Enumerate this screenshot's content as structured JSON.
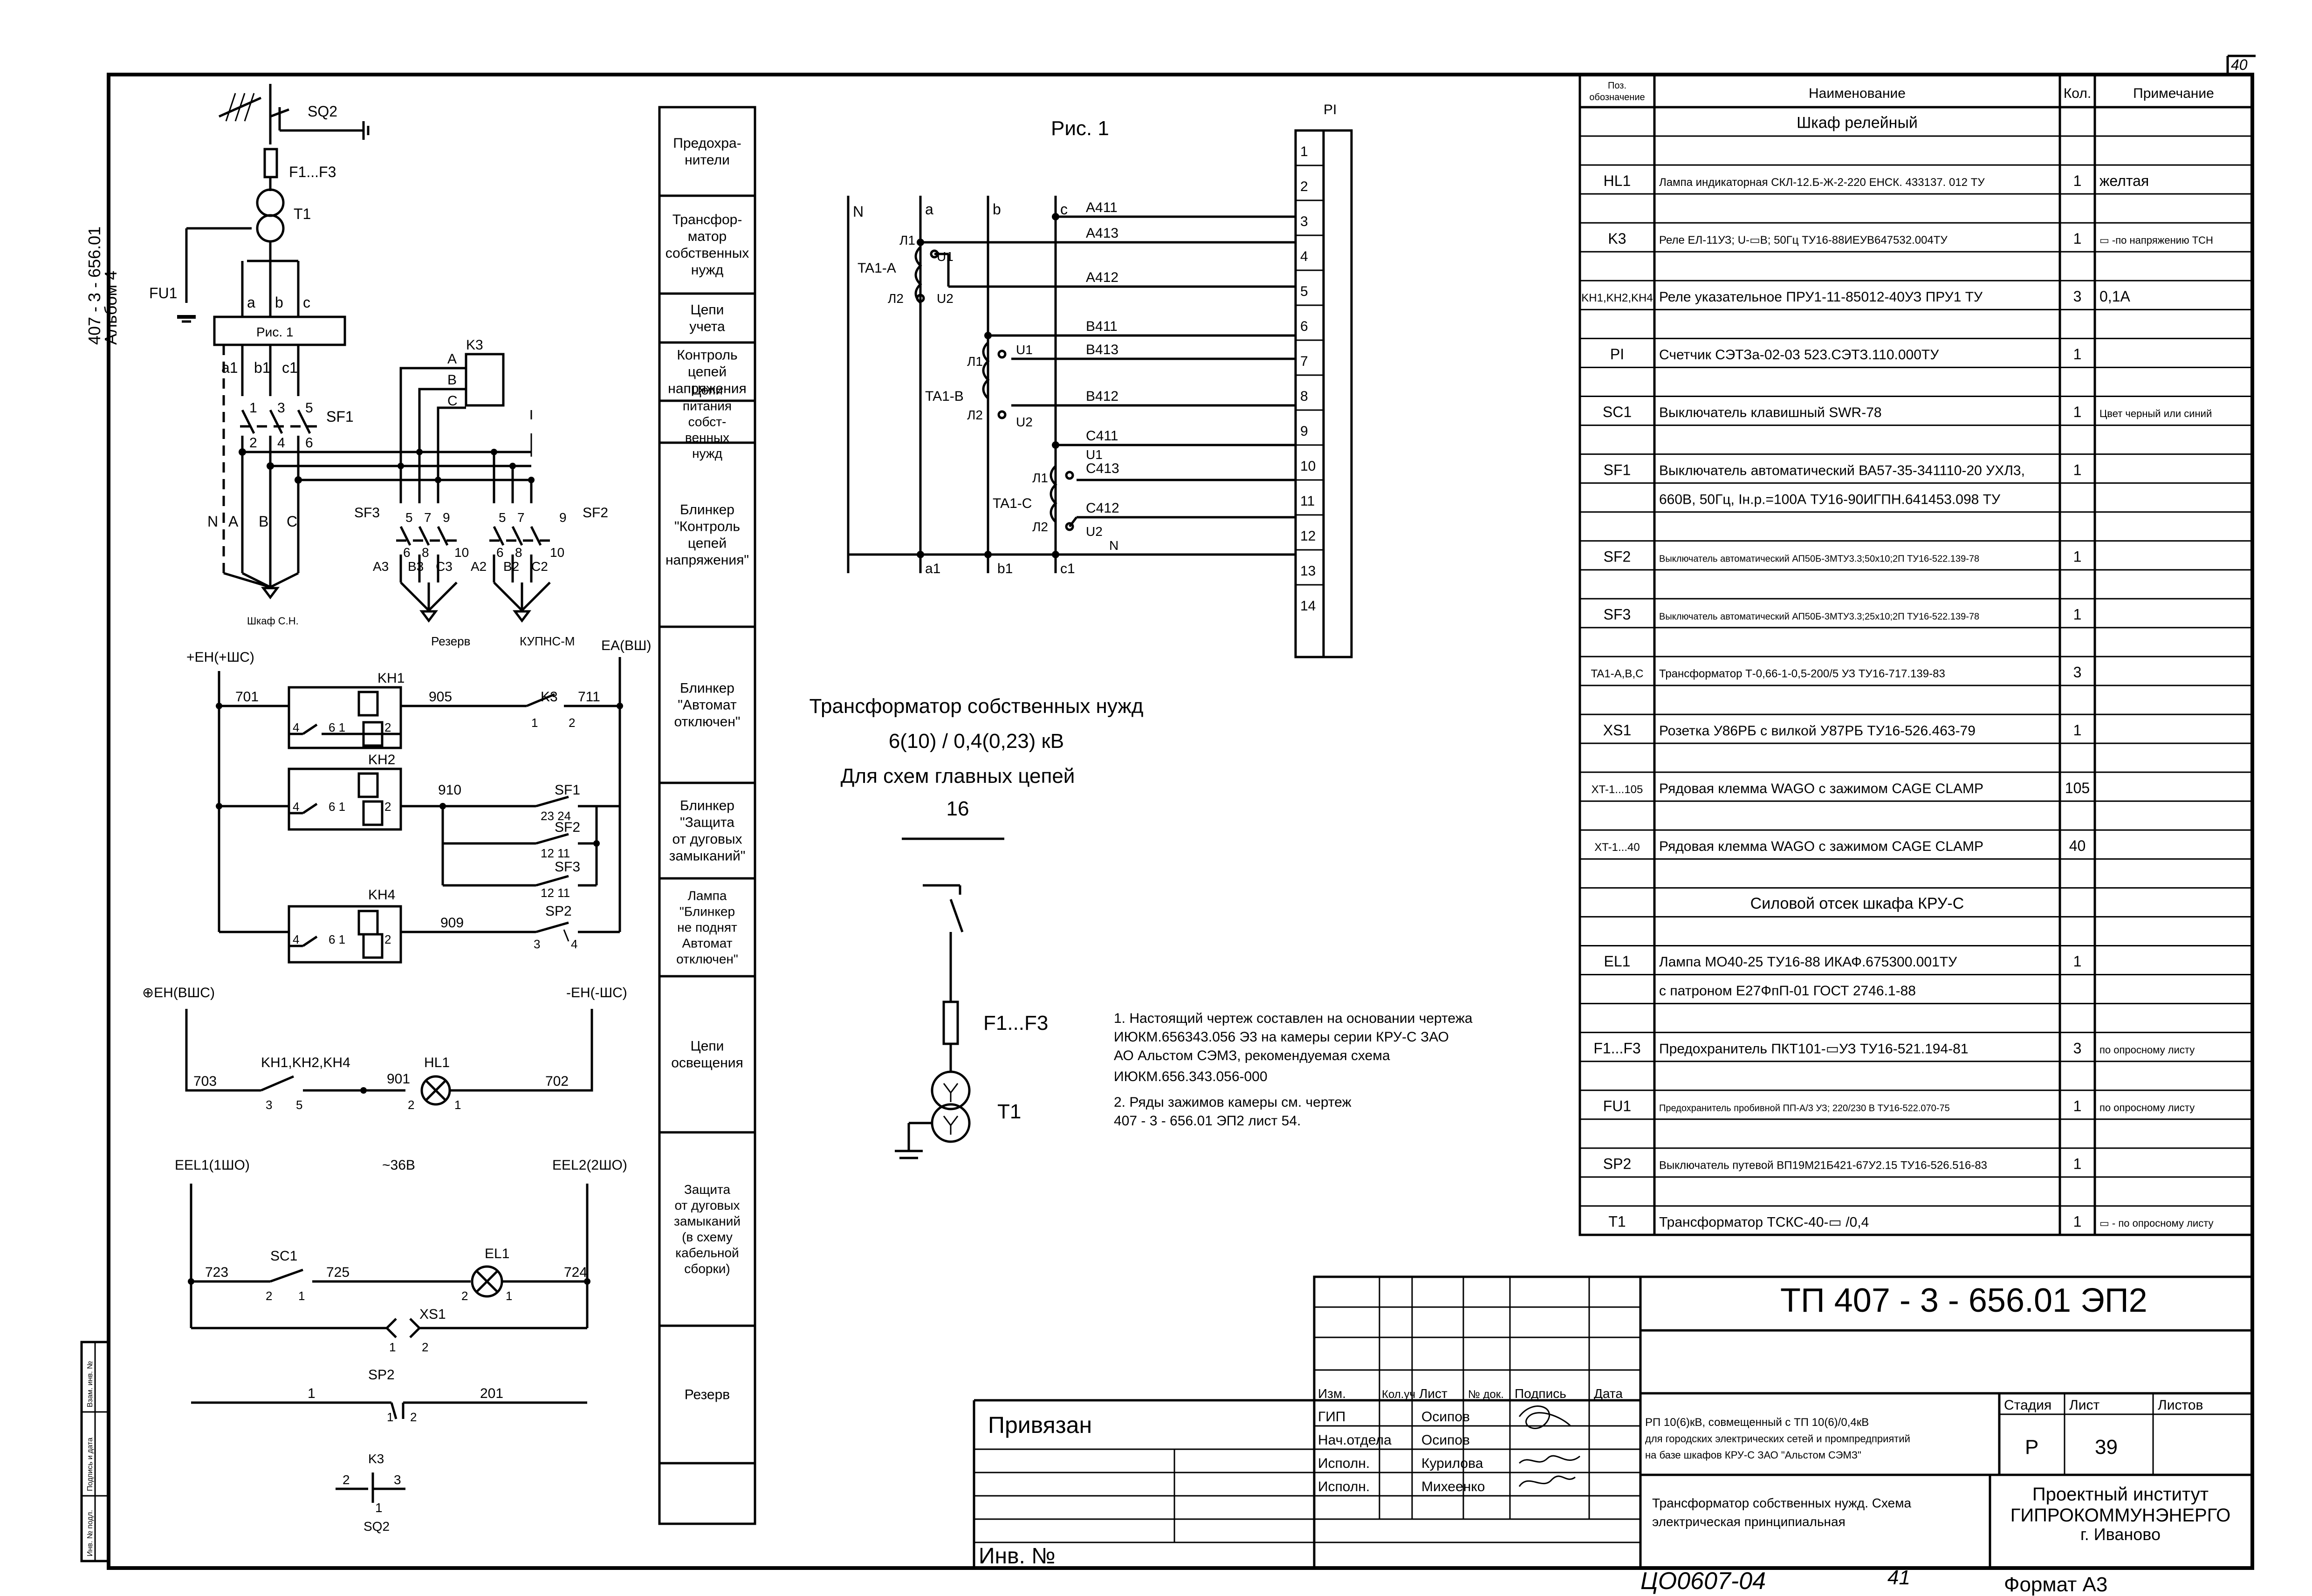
{
  "sheet_corner": "40",
  "side_code": [
    "407 - 3 - 656.01",
    "Альбом 4"
  ],
  "schematic": {
    "top_labels": {
      "sq2": "SQ2",
      "fuse": "F1...F3",
      "t1": "T1",
      "fu1": "FU1",
      "a": "a",
      "b": "b",
      "c": "c",
      "box": "Рис. 1",
      "a1": "a1",
      "b1": "b1",
      "c1": "c1",
      "n1": "1",
      "n3": "3",
      "n5": "5",
      "sf1": "SF1",
      "n2": "2",
      "n4": "4",
      "n6": "6",
      "N": "N",
      "A": "A",
      "B": "B",
      "C": "C",
      "shkaf": "Шкаф С.Н.",
      "k3": "K3",
      "kA": "A",
      "kB": "B",
      "kC": "C",
      "sf3": "SF3",
      "sf2": "SF2",
      "s5": "5",
      "s7": "7",
      "s9": "9",
      "s6": "6",
      "s8": "8",
      "s10": "10",
      "s5b": "5",
      "s7b": "7",
      "s9b": "9",
      "s6b": "6",
      "s8b": "8",
      "s10b": "10",
      "A3": "A3",
      "B3": "B3",
      "C3": "C3",
      "A2": "A2",
      "B2": "B2",
      "C2": "C2",
      "rezerv": "Резерв",
      "kupns": "КУПНС-М"
    },
    "ctrl": {
      "plus": "+ЕН(+ШС)",
      "ea": "ЕА(ВШ)",
      "w701": "701",
      "kh1": "KH1",
      "w905": "905",
      "k3": "K3",
      "w711": "711",
      "c4a": "4",
      "c61a": "6 1",
      "c2a": "2",
      "k1": "1",
      "k2": "2",
      "kh2": "KH2",
      "w910": "910",
      "sf1": "SF1",
      "c2324": "23 24",
      "sf2": "SF2",
      "c1211a": "12 11",
      "sf3": "SF3",
      "c1211b": "12 11",
      "c4b": "4",
      "c61b": "6 1",
      "c2b": "2",
      "kh4": "KH4",
      "w909": "909",
      "sp2": "SP2",
      "c3": "3",
      "c4c": "4",
      "c4d": "4",
      "c61c": "6 1",
      "c2c": "2"
    },
    "lamp": {
      "plus": "⊕ЕН(ВШС)",
      "minus": "-ЕН(-ШС)",
      "w703": "703",
      "kh": "KH1,KH2,KH4",
      "w901": "901",
      "hl1": "HL1",
      "w702": "702",
      "c3": "3",
      "c5": "5",
      "c2": "2",
      "c1": "1"
    },
    "light": {
      "eel1": "EEL1(1ШО)",
      "v36": "~36B",
      "eel2": "EEL2(2ШО)",
      "sc1": "SC1",
      "el1": "EL1",
      "w723": "723",
      "w725": "725",
      "w724": "724",
      "c2a": "2",
      "c1a": "1",
      "c2b": "2",
      "c1b": "1",
      "xs1": "XS1",
      "x1": "1",
      "x2": "2",
      "sp2": "SP2",
      "w1": "1",
      "w201": "201",
      "c1": "1",
      "c2": "2",
      "k3": "K3",
      "k2": "2",
      "k3n": "3",
      "k1": "1",
      "sq2": "SQ2"
    }
  },
  "func_column": [
    "Предохра-\nнители",
    "Трансфор-\nматор\nсобственных\nнужд",
    "Цепи\nучета",
    "Контроль\nцепей\nнапряжения",
    "Цепи\nпитания\nсобст-\nвенных\nнужд",
    "Блинкер\n\"Контроль\nцепей\nнапряжения\"",
    "Блинкер\n\"Автомат\nотключен\"",
    "Блинкер\n\"Защита\nот дуговых\nзамыканий\"",
    "Лампа\n\"Блинкер\nне поднят\nАвтомат\nотключен\"",
    "Цепи\nосвещения",
    "Защита\nот дуговых\nзамыканий\n(в схему\nкабельной\nсборки)",
    "Резерв"
  ],
  "fig1": {
    "title": "Рис. 1",
    "pi": "PI",
    "terminals": [
      "1",
      "2",
      "3",
      "4",
      "5",
      "6",
      "7",
      "8",
      "9",
      "10",
      "11",
      "12",
      "13",
      "14"
    ],
    "bus": {
      "N": "N",
      "a": "a",
      "b": "b",
      "c": "c",
      "a1": "a1",
      "b1": "b1",
      "c1": "c1"
    },
    "wires": {
      "A411": "A411",
      "A413": "A413",
      "A412": "A412",
      "B411": "B411",
      "B413": "B413",
      "B412": "B412",
      "C411": "C411",
      "C413": "C413",
      "C412": "C412",
      "U1c": "U1",
      "Nc": "N"
    },
    "ct": {
      "ta1a": "TA1-A",
      "ta1b": "TA1-B",
      "ta1c": "TA1-C",
      "l1a": "Л1",
      "l2a": "Л2",
      "u1a": "U1",
      "u2a": "U2",
      "l1b": "Л1",
      "l2b": "Л2",
      "u1b": "U1",
      "u2b": "U2",
      "l1c": "Л1",
      "l2c": "Л2",
      "u2c": "U2"
    }
  },
  "center": {
    "title1": "Трансформатор собственных нужд",
    "title2": "6(10) / 0,4(0,23) кВ",
    "title3": "Для схем главных цепей",
    "title4": "16",
    "fuse": "F1...F3",
    "t1": "T1"
  },
  "notes": [
    "1. Настоящий чертеж составлен на основании чертежа",
    "    ИЮКМ.656343.056 Э3 на камеры серии КРУ-С ЗАО",
    "    АО Альстом СЭМЗ, рекомендуемая схема",
    "    ИЮКМ.656.343.056-000",
    "2. Ряды зажимов камеры см. чертеж",
    "    407 - 3 - 656.01 ЭП2 лист 54."
  ],
  "spec": {
    "header": [
      "Поз. обозначение",
      "Наименование",
      "Кол.",
      "Примечание"
    ],
    "rows": [
      {
        "pos": "",
        "name": "Шкаф релейный",
        "qty": "",
        "note": "",
        "center": true
      },
      {
        "pos": "",
        "name": "",
        "qty": "",
        "note": ""
      },
      {
        "pos": "HL1",
        "name": "Лампа индикаторная СКЛ-12.Б-Ж-2-220 ЕНСК. 433137. 012 ТУ",
        "qty": "1",
        "note": "желтая"
      },
      {
        "pos": "",
        "name": "",
        "qty": "",
        "note": ""
      },
      {
        "pos": "K3",
        "name": "Реле  ЕЛ-11УЗ;  U-▭В;  50Гц ТУ16-88ИЕУВ647532.004ТУ",
        "qty": "1",
        "note": "▭ -по напряжению ТСН"
      },
      {
        "pos": "",
        "name": "",
        "qty": "",
        "note": ""
      },
      {
        "pos": "KH1,KH2,KH4",
        "name": "Реле указательное ПРУ1-11-85012-40УЗ ПРУ1 ТУ",
        "qty": "3",
        "note": "0,1А"
      },
      {
        "pos": "",
        "name": "",
        "qty": "",
        "note": ""
      },
      {
        "pos": "PI",
        "name": "Счетчик СЭТЗа-02-03 523.СЭТЗ.110.000ТУ",
        "qty": "1",
        "note": ""
      },
      {
        "pos": "",
        "name": "",
        "qty": "",
        "note": ""
      },
      {
        "pos": "SC1",
        "name": "Выключатель клавишный SWR-78",
        "qty": "1",
        "note": "Цвет черный или синий"
      },
      {
        "pos": "",
        "name": "",
        "qty": "",
        "note": ""
      },
      {
        "pos": "SF1",
        "name": "Выключатель автоматический ВА57-35-341110-20 УХЛ3,",
        "qty": "1",
        "note": ""
      },
      {
        "pos": "",
        "name": "660В, 50Гц, Iн.р.=100А ТУ16-90ИГПН.641453.098 ТУ",
        "qty": "",
        "note": ""
      },
      {
        "pos": "",
        "name": "",
        "qty": "",
        "note": ""
      },
      {
        "pos": "SF2",
        "name": "Выключатель автоматический АП50Б-3МТУ3.3;50х10;2П ТУ16-522.139-78",
        "qty": "1",
        "note": ""
      },
      {
        "pos": "",
        "name": "",
        "qty": "",
        "note": ""
      },
      {
        "pos": "SF3",
        "name": "Выключатель автоматический АП50Б-3МТУ3.3;25х10;2П ТУ16-522.139-78",
        "qty": "1",
        "note": ""
      },
      {
        "pos": "",
        "name": "",
        "qty": "",
        "note": ""
      },
      {
        "pos": "TA1-A,B,C",
        "name": "Трансформатор Т-0,66-1-0,5-200/5 УЗ ТУ16-717.139-83",
        "qty": "3",
        "note": ""
      },
      {
        "pos": "",
        "name": "",
        "qty": "",
        "note": ""
      },
      {
        "pos": "XS1",
        "name": "Розетка У86РБ с вилкой У87РБ ТУ16-526.463-79",
        "qty": "1",
        "note": ""
      },
      {
        "pos": "",
        "name": "",
        "qty": "",
        "note": ""
      },
      {
        "pos": "XT-1...105",
        "name": "Рядовая клемма WAGO с зажимом CAGE CLAMP",
        "qty": "105",
        "note": ""
      },
      {
        "pos": "",
        "name": "",
        "qty": "",
        "note": ""
      },
      {
        "pos": "XT-1...40",
        "name": "Рядовая клемма WAGO с зажимом CAGE CLAMP",
        "qty": "40",
        "note": ""
      },
      {
        "pos": "",
        "name": "",
        "qty": "",
        "note": ""
      },
      {
        "pos": "",
        "name": "Силовой отсек шкафа КРУ-С",
        "qty": "",
        "note": "",
        "center": true
      },
      {
        "pos": "",
        "name": "",
        "qty": "",
        "note": ""
      },
      {
        "pos": "EL1",
        "name": "Лампа МО40-25 ТУ16-88 ИКАФ.675300.001ТУ",
        "qty": "1",
        "note": ""
      },
      {
        "pos": "",
        "name": "с патроном Е27ФпП-01 ГОСТ 2746.1-88",
        "qty": "",
        "note": ""
      },
      {
        "pos": "",
        "name": "",
        "qty": "",
        "note": ""
      },
      {
        "pos": "F1...F3",
        "name": "Предохранитель ПКТ101-▭УЗ ТУ16-521.194-81",
        "qty": "3",
        "note": "по опросному листу"
      },
      {
        "pos": "",
        "name": "",
        "qty": "",
        "note": ""
      },
      {
        "pos": "FU1",
        "name": "Предохранитель пробивной ПП-А/3 УЗ; 220/230 В ТУ16-522.070-75",
        "qty": "1",
        "note": "по опросному листу"
      },
      {
        "pos": "",
        "name": "",
        "qty": "",
        "note": ""
      },
      {
        "pos": "SP2",
        "name": "Выключатель путевой ВП19М21Б421-67У2.15 ТУ16-526.516-83",
        "qty": "1",
        "note": ""
      },
      {
        "pos": "",
        "name": "",
        "qty": "",
        "note": ""
      },
      {
        "pos": "T1",
        "name": "Трансформатор  ТСКС-40-▭ /0,4",
        "qty": "1",
        "note": "▭ - по опросному листу"
      }
    ]
  },
  "title_block": {
    "code": "ТП  407 - 3 - 656.01        ЭП2",
    "cols": [
      "Изм.",
      "Кол.уч",
      "Лист",
      "№ док.",
      "Подпись",
      "Дата"
    ],
    "staff": [
      {
        "role": "ГИП",
        "name": "Осипов"
      },
      {
        "role": "Нач.отдела",
        "name": "Осипов"
      },
      {
        "role": "Исполн.",
        "name": "Курилова"
      },
      {
        "role": "Исполн.",
        "name": "Михеенко"
      }
    ],
    "project": [
      "РП 10(6)кВ, совмещенный с ТП 10(6)/0,4кВ",
      "для городских электрических сетей и промпредприятий",
      "на базе шкафов КРУ-С ЗАО \"Альстом СЭМЗ\""
    ],
    "sheet_title": [
      "Трансформатор собственных нужд. Схема",
      "электрическая принципиальная"
    ],
    "stage_h": "Стадия",
    "sheet_h": "Лист",
    "sheets_h": "Листов",
    "stage": "Р",
    "sheet_no": "39",
    "sheets": "",
    "org": [
      "Проектный институт",
      "ГИПРОКОММУНЭНЕРГО",
      "г. Иваново"
    ],
    "privyazan": "Привязан",
    "inv": "Инв. №",
    "stamp_cells": [
      "Инв. № подл.",
      "Подпись и дата",
      "Взам. инв. №"
    ]
  },
  "footer": {
    "number": "ЦО0607-04",
    "sheet": "41",
    "format": "Формат А3"
  }
}
